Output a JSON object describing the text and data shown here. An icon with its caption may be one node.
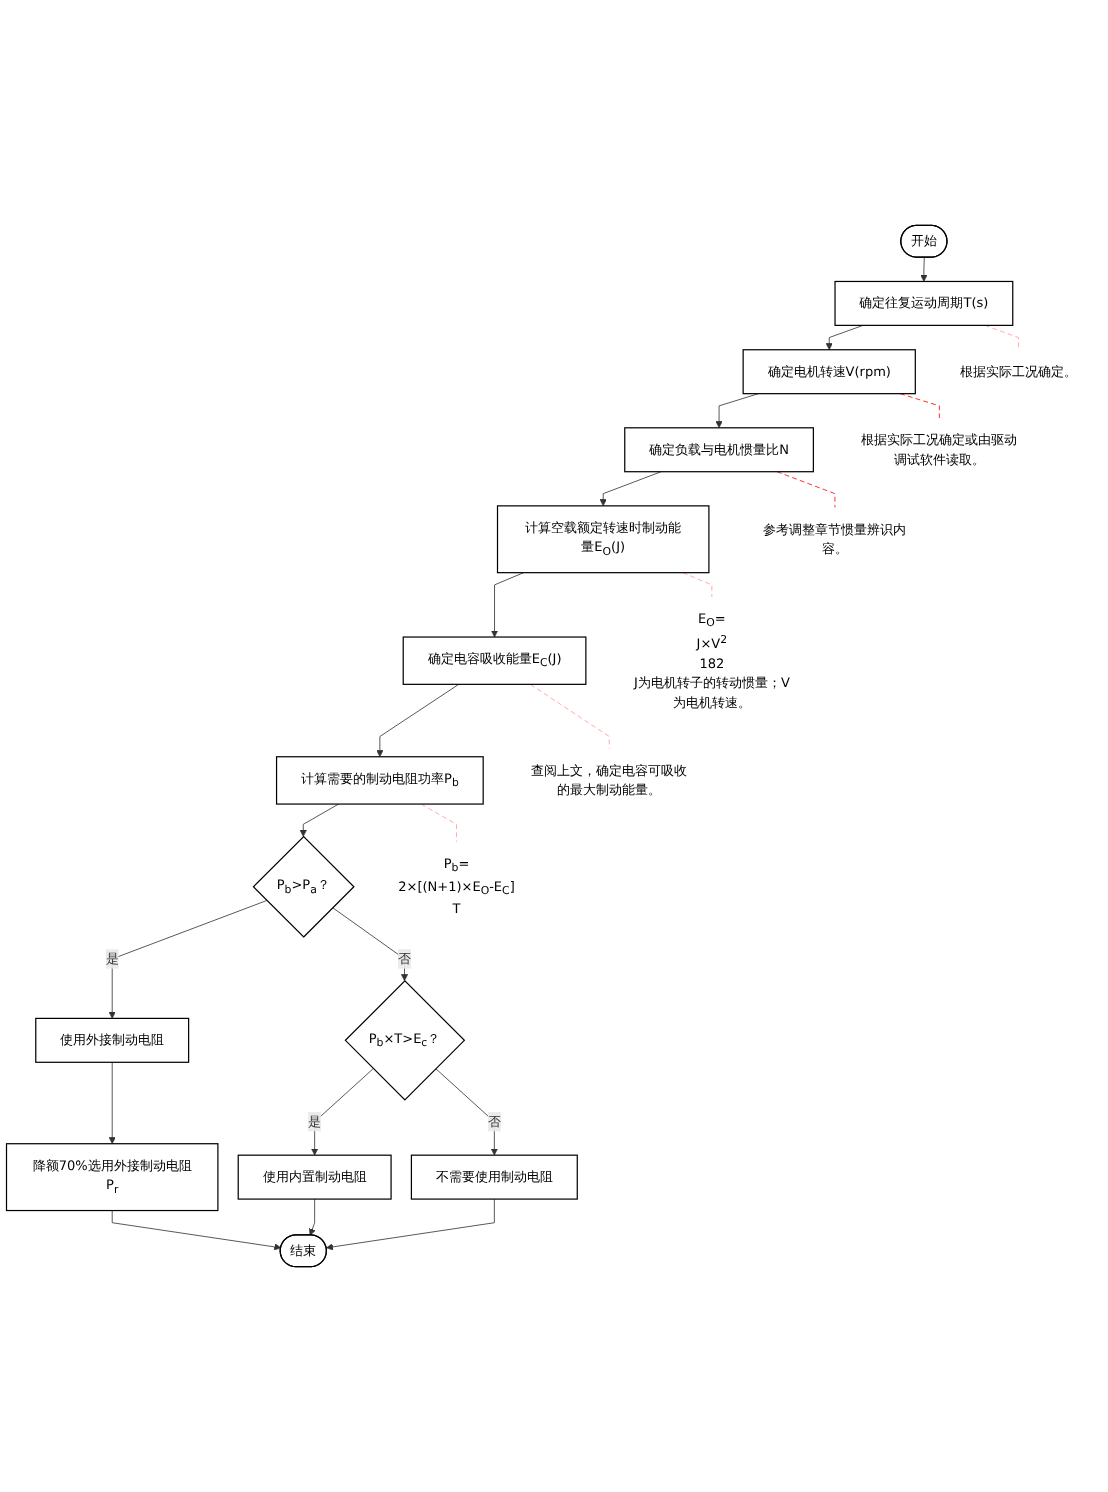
{
  "diagram": {
    "nodes": [
      {
        "text": [
          "开始"
        ]
      },
      {
        "text": [
          "确定往复运动周期T(s)"
        ]
      },
      {
        "text": [
          "确定电机转速V(rpm)"
        ]
      },
      {
        "text": [
          "确定负载与电机惯量比N"
        ]
      },
      {
        "text": [
          "计算空载额定转速时制动能量E$_{O}$(J)"
        ]
      },
      {
        "text": [
          "确定电容吸收能量E$_{C}$(J)"
        ]
      },
      {
        "text": [
          "计算需要的制动电阻功率P$_{b}$"
        ]
      },
      {
        "text": [
          "P$_{b}$>P$_{a}$？"
        ]
      },
      {
        "text": [
          "使用外接制动电阻"
        ]
      },
      {
        "text": [
          "降额70%选用外接制动电阻P$_{r}$"
        ]
      },
      {
        "text": [
          "P$_{b}$×T>E$_{c}$？"
        ]
      },
      {
        "text": [
          "使用内置制动电阻"
        ]
      },
      {
        "text": [
          "不需要使用制动电阻"
        ]
      },
      {
        "text": [
          "结束"
        ]
      },
      {
        "text": [
          "根据实际工况确定。"
        ]
      },
      {
        "text": [
          "根据实际工况确定或由驱动调试软件读取。"
        ]
      },
      {
        "text": [
          "参考调整章节惯量辨识内容。"
        ]
      },
      {
        "text": [
          "E$_{O}$=",
          "J×V$^{2}$",
          "182",
          "J为电机转子的转动惯量；V为电机转速。"
        ]
      },
      {
        "text": [
          "查阅上文，确定电容可吸收的最大制动能量。"
        ]
      },
      {
        "text": [
          "P$_{b}$=",
          "2×[(N+1)×E$_{O}$-E$_{C}$]",
          "T"
        ]
      }
    ],
    "edges": [
      {
        "from": 0,
        "to": 1,
        "arrow": "to"
      },
      {
        "from": 1,
        "to": 2,
        "arrow": "to"
      },
      {
        "from": 2,
        "to": 3,
        "arrow": "to"
      },
      {
        "from": 3,
        "to": 4,
        "arrow": "to"
      },
      {
        "from": 4,
        "to": 5,
        "arrow": "to"
      },
      {
        "from": 5,
        "to": 6,
        "arrow": "to"
      },
      {
        "from": 6,
        "to": 7,
        "arrow": "to"
      },
      {
        "from": 7,
        "to": 8,
        "arrow": "to",
        "label": "是"
      },
      {
        "from": 7,
        "to": 10,
        "arrow": "to",
        "label": "否"
      },
      {
        "from": 8,
        "to": 9,
        "arrow": "to"
      },
      {
        "from": 10,
        "to": 11,
        "arrow": "to",
        "label": "是"
      },
      {
        "from": 10,
        "to": 12,
        "arrow": "to",
        "label": "否"
      },
      {
        "from": 9,
        "to": 13,
        "arrow": "to"
      },
      {
        "from": 11,
        "to": 13,
        "arrow": "to"
      },
      {
        "from": 12,
        "to": 13,
        "arrow": "to"
      },
      {
        "from": 1,
        "to": 14,
        "arrow": "none",
        "style": "dashed",
        "color": "#ff9999"
      },
      {
        "from": 2,
        "to": 15,
        "arrow": "none",
        "style": "dashed",
        "color": "#ff0000"
      },
      {
        "from": 3,
        "to": 16,
        "arrow": "none",
        "style": "dashed",
        "color": "#ff0000"
      },
      {
        "from": 4,
        "to": 17,
        "arrow": "none",
        "style": "dashed",
        "color": "#ff9999"
      },
      {
        "from": 5,
        "to": 18,
        "arrow": "none",
        "style": "dashed",
        "color": "#ff9999"
      },
      {
        "from": 6,
        "to": 19,
        "arrow": "none",
        "style": "dashed",
        "color": "#ff9999"
      }
    ]
  }
}
